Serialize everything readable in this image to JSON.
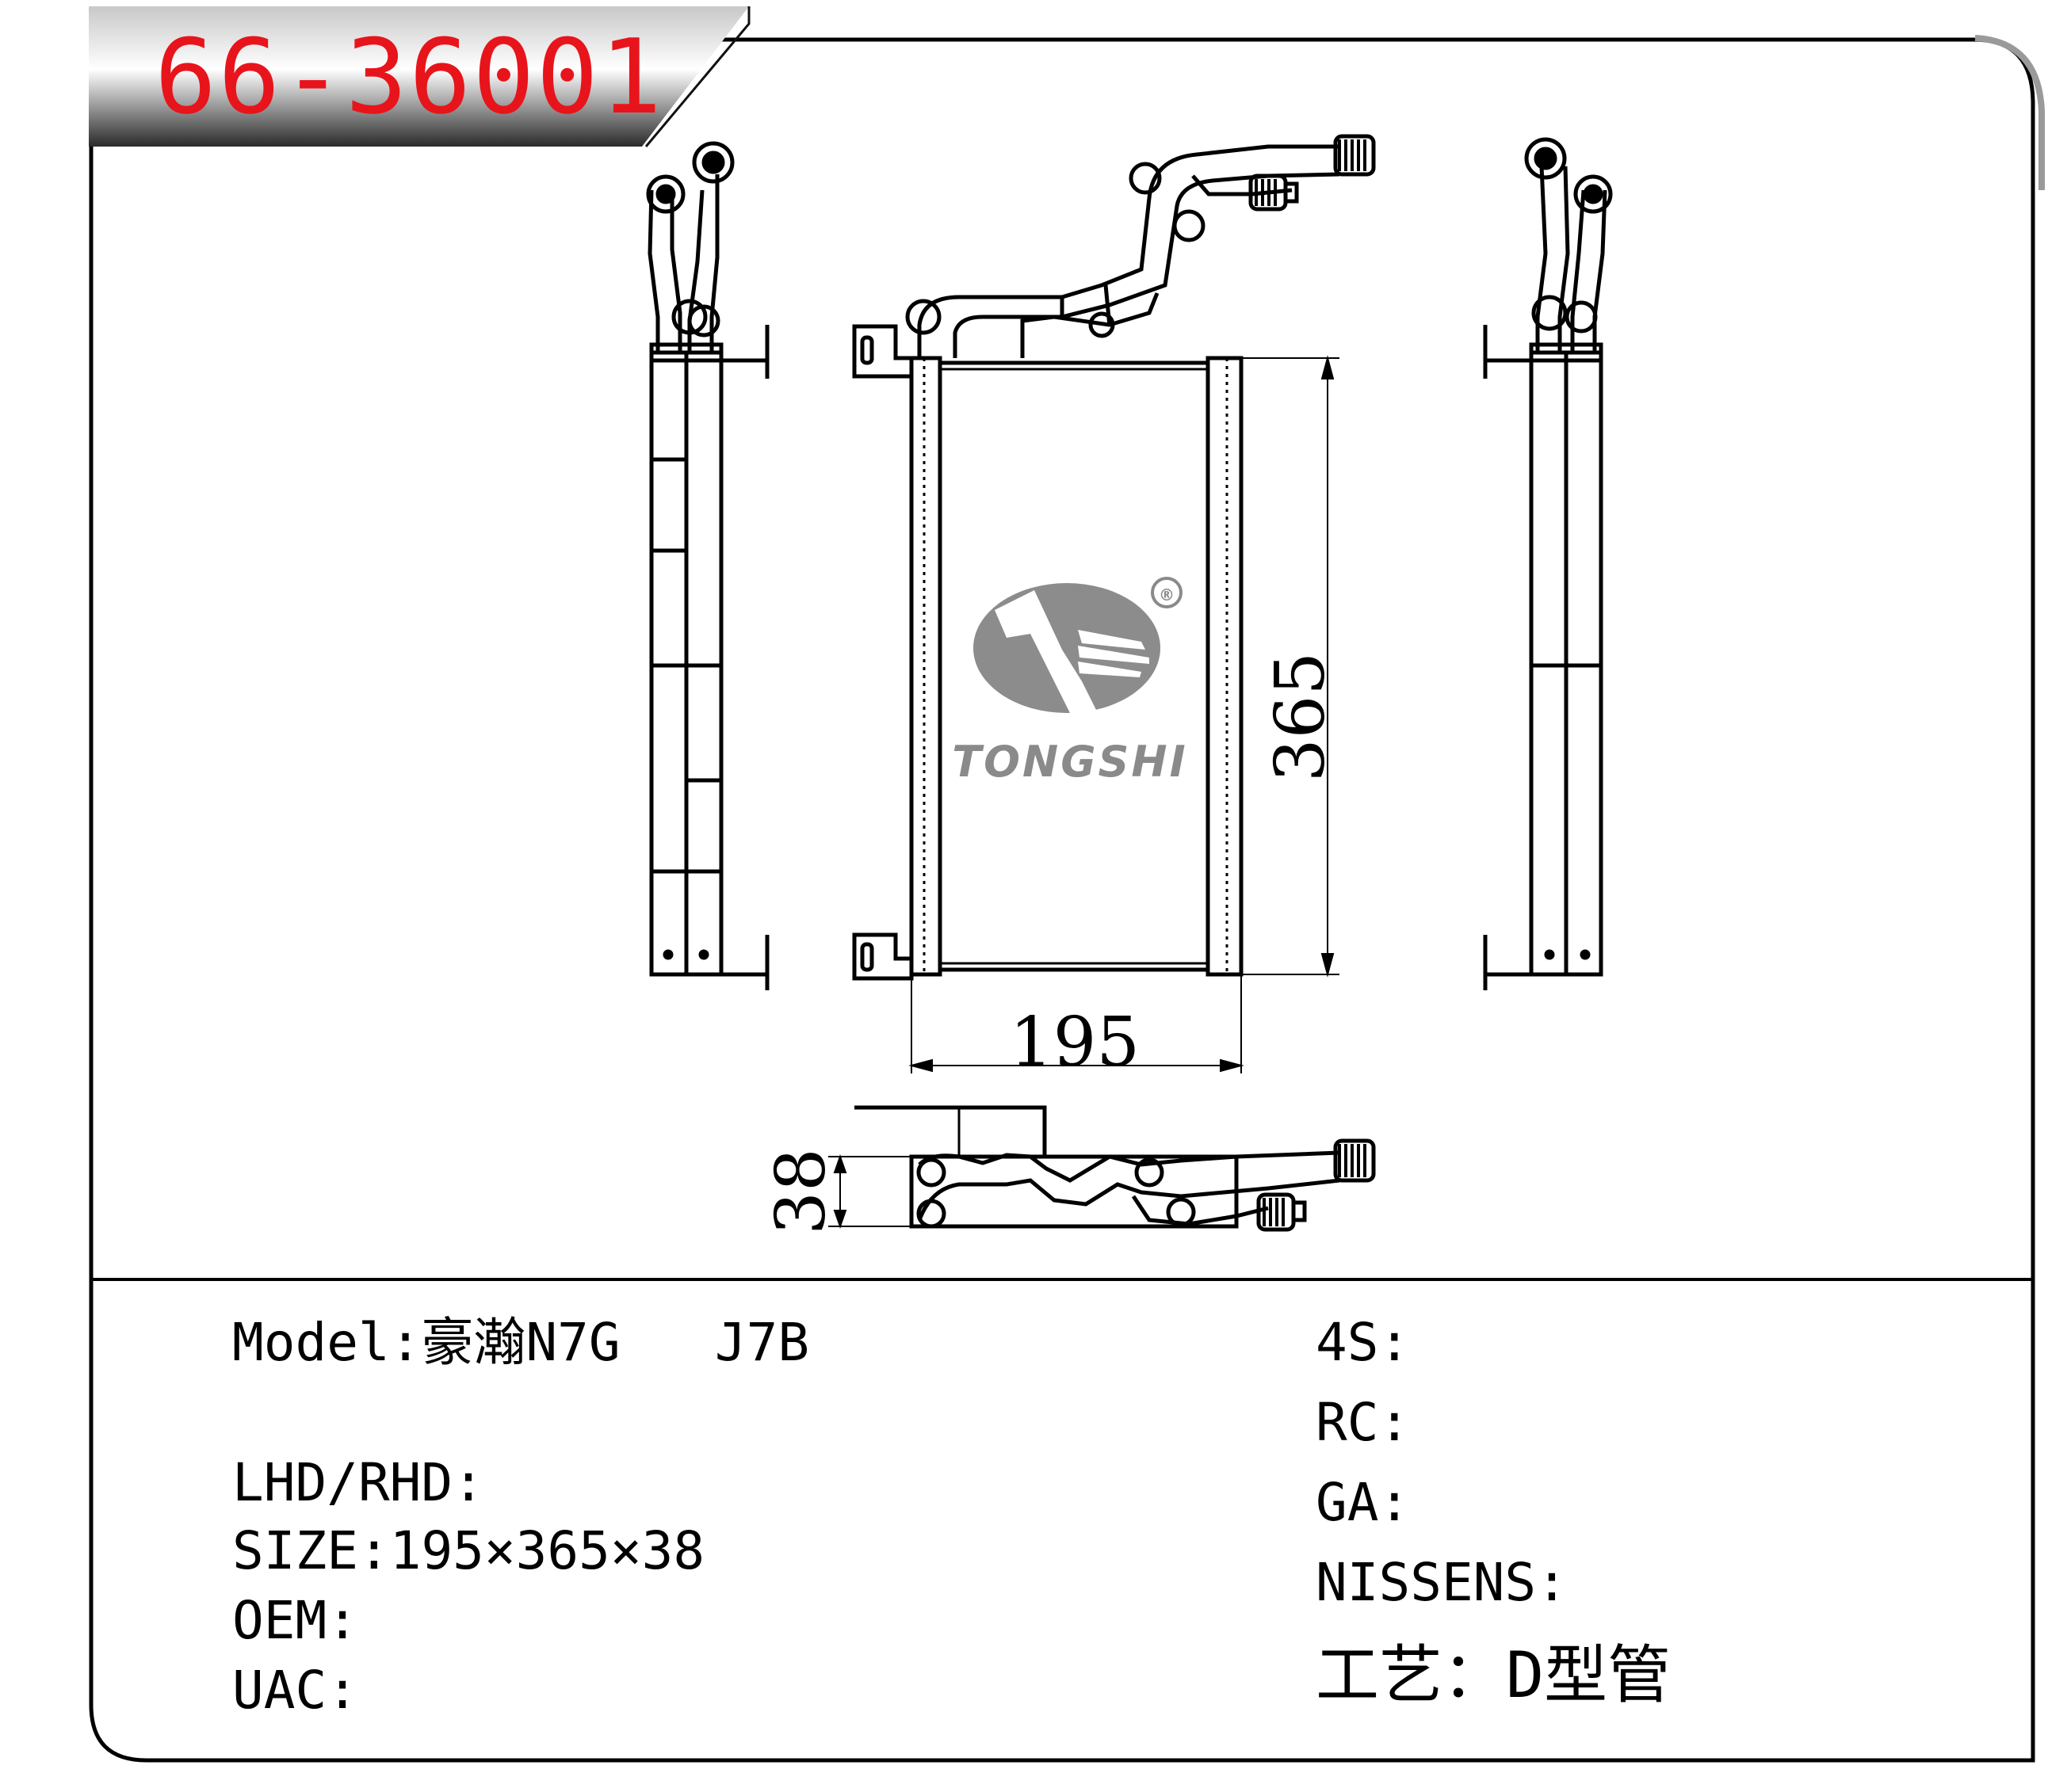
{
  "header": {
    "part_number": "66-36001",
    "banner_color": "#e8141b"
  },
  "dimensions": {
    "width": "195",
    "height": "365",
    "depth": "38"
  },
  "logo": {
    "brand": "TONGSHI",
    "registered": "®"
  },
  "specs_left": [
    {
      "label": "Model",
      "sep": ":",
      "value": "豪瀚N7G   J7B"
    },
    {
      "label": "LHD/RHD",
      "sep": ":",
      "value": ""
    },
    {
      "label": "SIZE",
      "sep": ":",
      "value": "195×365×38"
    },
    {
      "label": "OEM",
      "sep": ":",
      "value": ""
    },
    {
      "label": "UAC",
      "sep": ":",
      "value": ""
    }
  ],
  "specs_right": [
    {
      "label": "4S",
      "sep": ":",
      "value": ""
    },
    {
      "label": "RC",
      "sep": ":",
      "value": ""
    },
    {
      "label": "GA",
      "sep": ":",
      "value": ""
    },
    {
      "label": "NISSENS",
      "sep": ":",
      "value": ""
    },
    {
      "label": "工艺",
      "sep": "：",
      "value": "D型管"
    }
  ]
}
